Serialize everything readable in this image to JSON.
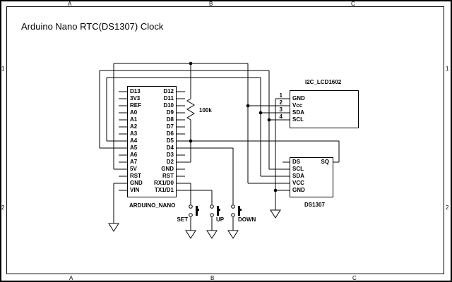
{
  "sheet": {
    "title": "Arduino Nano RTC(DS1307) Clock",
    "frame": {
      "cols": [
        "A",
        "B",
        "C"
      ],
      "rows": [
        "1",
        "2"
      ]
    }
  },
  "components": {
    "arduino": {
      "label": "ARDUINO_NANO",
      "pins_left": [
        "D13",
        "3V3",
        "REF",
        "A0",
        "A1",
        "A2",
        "A3",
        "A4",
        "A5",
        "A6",
        "A7",
        "5V",
        "RST",
        "GND",
        "VIN"
      ],
      "pins_right": [
        "D12",
        "D11",
        "D10",
        "D9",
        "D8",
        "D7",
        "D6",
        "D5",
        "D4",
        "D3",
        "D2",
        "GND",
        "RST",
        "RX1/D0",
        "TX1/D1"
      ]
    },
    "lcd": {
      "label": "I2C_LCD1602",
      "pin_numbers": [
        "1",
        "2",
        "3",
        "4"
      ],
      "pins": [
        "GND",
        "Vcc",
        "SDA",
        "SCL"
      ]
    },
    "rtc": {
      "label": "DS1307",
      "pins_left": [
        "DS",
        "SCL",
        "SDA",
        "VCC",
        "GND"
      ],
      "pin_right": "SQ"
    },
    "resistor": {
      "value": "100k"
    },
    "buttons": {
      "set": "SET",
      "up": "UP",
      "down": "DOWN"
    }
  }
}
